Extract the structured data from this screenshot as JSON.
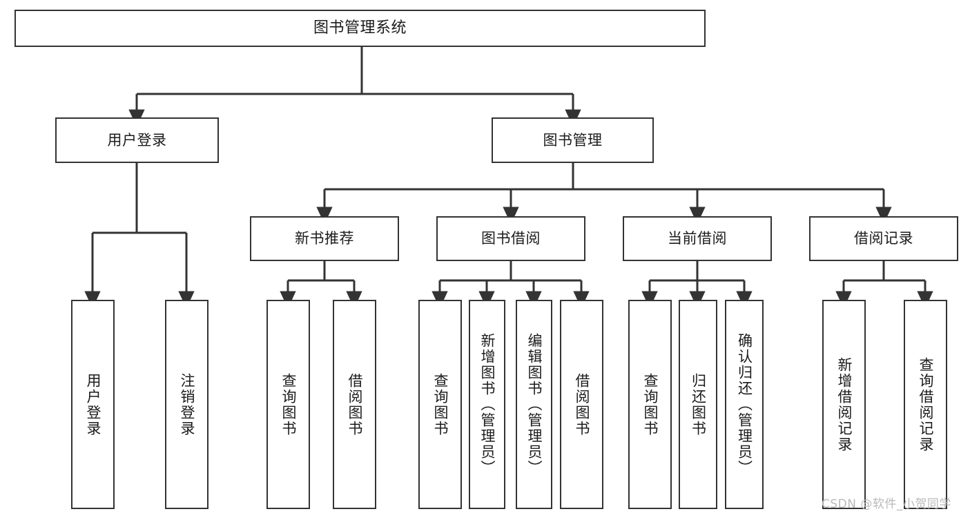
{
  "diagram": {
    "type": "tree-hierarchy",
    "title": "图书管理系统",
    "orientation": "top-down",
    "box_fill": "#ffffff",
    "box_stroke": "#333333",
    "line_color": "#333333",
    "text_color": "#1b1b1b",
    "background": "#ffffff",
    "root": {
      "label": "图书管理系统"
    },
    "level2": [
      {
        "label": "用户登录"
      },
      {
        "label": "图书管理"
      }
    ],
    "level3": [
      {
        "label": "新书推荐"
      },
      {
        "label": "图书借阅"
      },
      {
        "label": "当前借阅"
      },
      {
        "label": "借阅记录"
      }
    ],
    "leaves": {
      "user_login": [
        {
          "label": "用户登录"
        },
        {
          "label": "注销登录"
        }
      ],
      "new_book_recommend": [
        {
          "label": "查询图书"
        },
        {
          "label": "借阅图书"
        }
      ],
      "book_borrow": [
        {
          "label": "查询图书"
        },
        {
          "label": "新增图书（管理员）"
        },
        {
          "label": "编辑图书（管理员）"
        },
        {
          "label": "借阅图书"
        }
      ],
      "current_borrow": [
        {
          "label": "查询图书"
        },
        {
          "label": "归还图书"
        },
        {
          "label": "确认归还（管理员）"
        }
      ],
      "borrow_record": [
        {
          "label": "新增借阅记录"
        },
        {
          "label": "查询借阅记录"
        }
      ]
    }
  },
  "watermark": {
    "text": "CSDN @软件_小贺同学"
  }
}
